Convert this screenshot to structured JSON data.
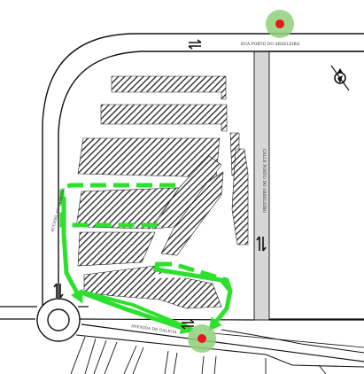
{
  "map": {
    "streets": {
      "top": "RUA PORTO DO ARSELEIRO",
      "vertical": "CALLE PORTO DO ARSELEIRO",
      "left": "ACCESO AO PARKING",
      "bottom": "AVENIDA DE GALICIA"
    },
    "markers": [
      {
        "id": "marker-top",
        "color": "#e8141e",
        "halo": "#8fd07a"
      },
      {
        "id": "marker-bottom",
        "color": "#e8141e",
        "halo": "#8fd07a"
      }
    ],
    "colors": {
      "route": "#2ee02e",
      "road_line": "#111111",
      "road_fill": "#d4d4d4",
      "hatch": "#222222"
    },
    "icons": [
      "north-arrow-icon",
      "two-way-arrow-icon"
    ]
  }
}
